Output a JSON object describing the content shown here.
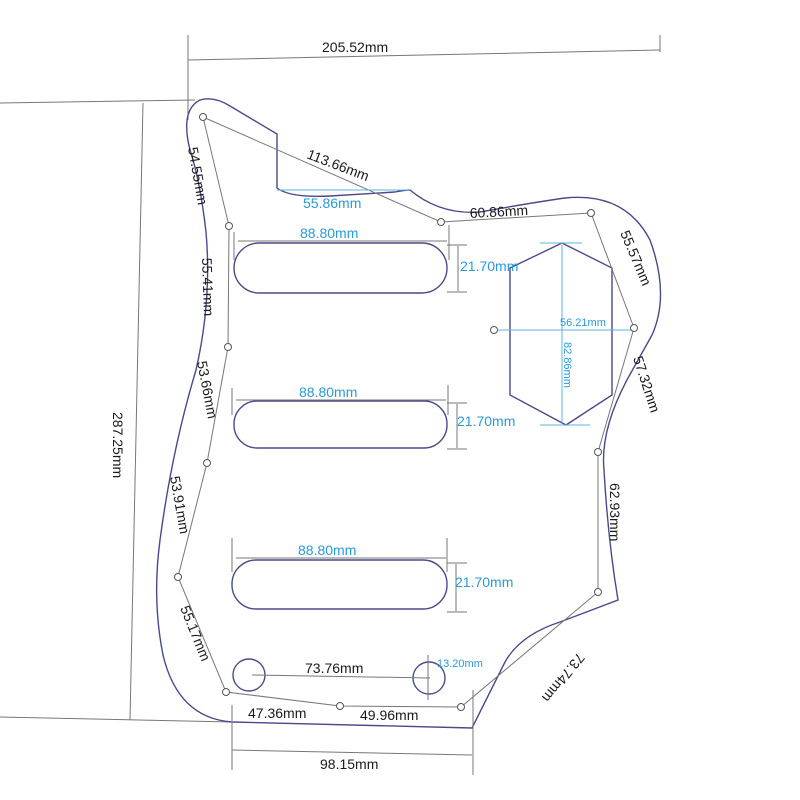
{
  "title": "Pickguard dimension drawing",
  "colors": {
    "outline": "#4a4a8a",
    "dimension_black": "#1a1a1a",
    "dimension_blue": "#2a9ad8"
  },
  "labels": {
    "overall_width": "205.52mm",
    "overall_height": "287.25mm",
    "top_left_edge": "54.55mm",
    "top_diagonal": "113.66mm",
    "neck_cutout_width": "55.86mm",
    "top_right_span": "60.86mm",
    "right_upper": "55.57mm",
    "right_mid": "57.32mm",
    "right_lower": "62.93mm",
    "bottom_right_diag": "73.74mm",
    "left_1": "55.41mm",
    "left_2": "53.66mm",
    "left_3": "53.91mm",
    "left_4": "55.17mm",
    "pickup_1_length": "88.80mm",
    "pickup_1_width": "21.70mm",
    "pickup_2_length": "88.80mm",
    "pickup_2_width": "21.70mm",
    "pickup_3_length": "88.80mm",
    "pickup_3_width": "21.70mm",
    "control_cavity_width": "56.21mm",
    "control_cavity_height": "82.86mm",
    "knob_spacing": "73.76mm",
    "knob_diameter": "13.20mm",
    "bottom_left_span": "47.36mm",
    "bottom_right_span": "49.96mm",
    "bottom_width": "98.15mm"
  }
}
